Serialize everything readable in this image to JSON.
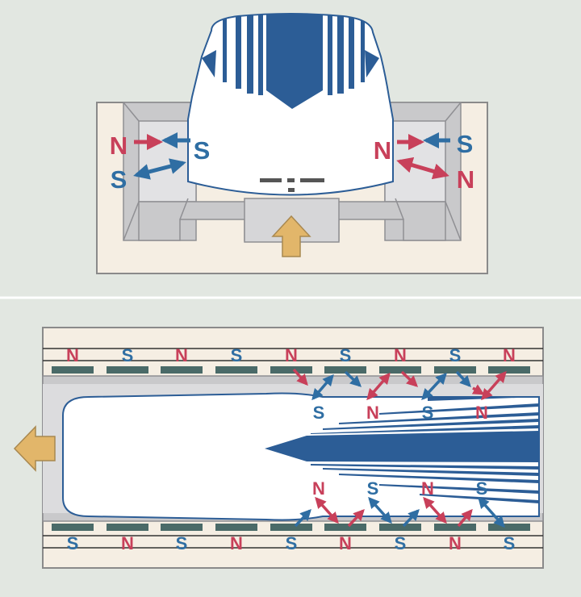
{
  "colors": {
    "background": "#e2e7e1",
    "panel": "#f5eee3",
    "panel_border": "#8a8a8a",
    "track_gray": "#c9c9cb",
    "track_dark": "#8f8f93",
    "vehicle": "#ffffff",
    "vehicle_outline": "#2c5d96",
    "stripe_blue": "#2c5d96",
    "pole_north": "#c8405a",
    "pole_south": "#2f6ea3",
    "magnet_bar": "#4a6a68",
    "force_arrow": "#e2b66a",
    "divider": "#ffffff"
  },
  "front_view": {
    "left_outer_labels": [
      "N",
      "S"
    ],
    "left_inner_label": "S",
    "right_inner_label": "N",
    "right_outer_labels": [
      "S",
      "N"
    ]
  },
  "top_view": {
    "upper_wall_labels": [
      "N",
      "S",
      "N",
      "S",
      "N",
      "S",
      "N",
      "S",
      "N"
    ],
    "upper_vehicle_labels": [
      "S",
      "N",
      "S",
      "N"
    ],
    "lower_vehicle_labels": [
      "N",
      "S",
      "N",
      "S"
    ],
    "lower_wall_labels": [
      "S",
      "N",
      "S",
      "N",
      "S",
      "N",
      "S",
      "N",
      "S"
    ]
  }
}
